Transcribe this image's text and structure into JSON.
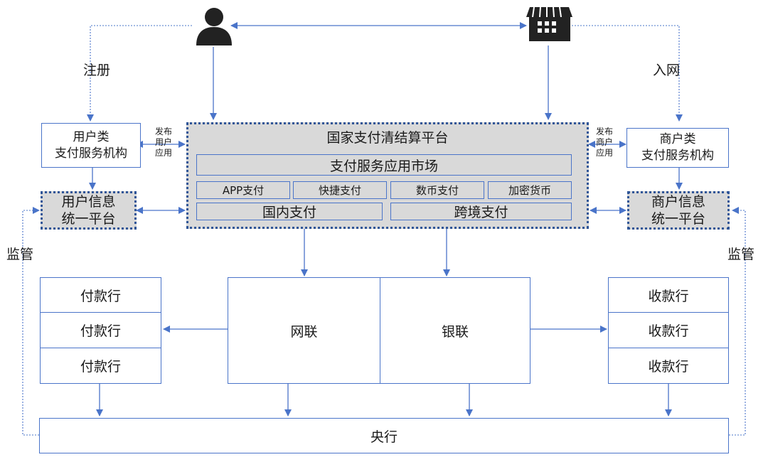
{
  "actors": {
    "user_icon": "user-icon",
    "store_icon": "store-icon"
  },
  "edge_labels": {
    "register": "注册",
    "join_network": "入网",
    "supervise_left": "监管",
    "supervise_right": "监管",
    "publish_user_app": [
      "发布",
      "用户",
      "应用"
    ],
    "publish_merchant_app": [
      "发布",
      "商户",
      "应用"
    ]
  },
  "nodes": {
    "user_payment_institution": [
      "用户类",
      "支付服务机构"
    ],
    "merchant_payment_institution": [
      "商户类",
      "支付服务机构"
    ],
    "user_info_platform": [
      "用户信息",
      "统一平台"
    ],
    "merchant_info_platform": [
      "商户信息",
      "统一平台"
    ],
    "national_platform": {
      "title": "国家支付清结算平台",
      "market": "支付服务应用市场",
      "services": [
        "APP支付",
        "快捷支付",
        "数币支付",
        "加密货币"
      ],
      "domestic": "国内支付",
      "cross_border": "跨境支付"
    },
    "wanglian": "网联",
    "yinlian": "银联",
    "payer_banks": [
      "付款行",
      "付款行",
      "付款行"
    ],
    "payee_banks": [
      "收款行",
      "收款行",
      "收款行"
    ],
    "central_bank": "央行"
  },
  "colors": {
    "line": "#4a74c9",
    "dotted_border": "#2f5597",
    "platform_fill": "#d9d9d9",
    "icon": "#222222"
  }
}
